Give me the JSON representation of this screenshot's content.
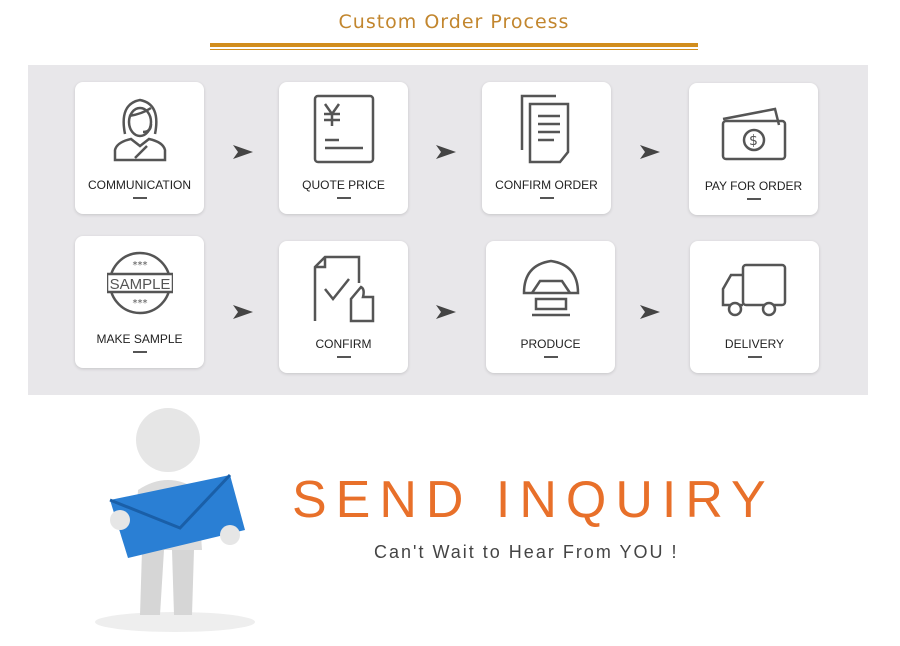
{
  "header": {
    "title": "Custom Order Process"
  },
  "steps": [
    {
      "label": "COMMUNICATION",
      "icon": "customer-service-icon"
    },
    {
      "label": "QUOTE PRICE",
      "icon": "yen-quote-icon"
    },
    {
      "label": "CONFIRM ORDER",
      "icon": "documents-icon"
    },
    {
      "label": "PAY FOR ORDER",
      "icon": "payment-icon"
    },
    {
      "label": "MAKE SAMPLE",
      "icon": "sample-stamp-icon",
      "stamp_text": "SAMPLE"
    },
    {
      "label": "CONFIRM",
      "icon": "approve-document-icon"
    },
    {
      "label": "PRODUCE",
      "icon": "production-icon"
    },
    {
      "label": "DELIVERY",
      "icon": "truck-icon"
    }
  ],
  "cta": {
    "title": "SEND INQUIRY",
    "subtitle": "Can't Wait to Hear From YOU !"
  },
  "colors": {
    "accent": "#d28e1e",
    "cta": "#e8702a",
    "panel": "#e8e7ea"
  }
}
